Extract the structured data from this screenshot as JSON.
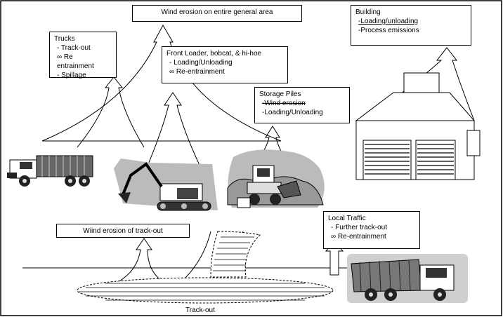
{
  "general_area": {
    "title": "Wind erosion on entire general area"
  },
  "trucks": {
    "title": "Trucks",
    "items": [
      "- Track-out",
      "∞ Re entrainment",
      "- Spillage"
    ]
  },
  "front_loader": {
    "title": "Front Loader, bobcat, & hi-hoe",
    "items": [
      "- Loading/Unloading",
      "∞ Re-entrainment"
    ]
  },
  "building": {
    "title": "Building",
    "items": [
      "-Loading/unloading",
      "-Process emissions"
    ]
  },
  "storage_piles": {
    "title": "Storage Piles",
    "items": [
      "-Wind erosion",
      "-Loading/Unloading"
    ]
  },
  "local_traffic": {
    "title": "Local Traffic",
    "items": [
      "- Further track-out",
      "∞ Re-entrainment"
    ]
  },
  "track_out_erosion": {
    "title": "Wiind erosion of track-out"
  },
  "track_out_label": "Track-out"
}
